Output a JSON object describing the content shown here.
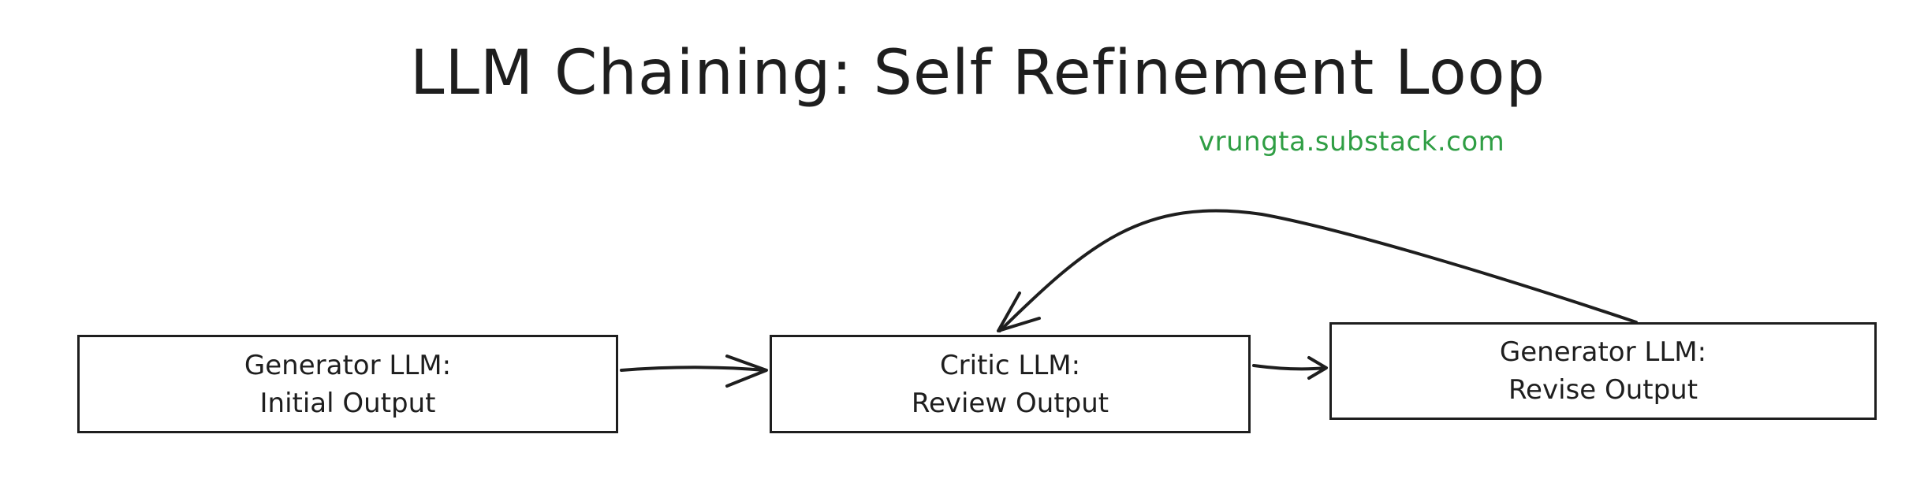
{
  "diagram": {
    "title": "LLM Chaining: Self Refinement Loop",
    "subtitle": "vrungta.substack.com",
    "colors": {
      "ink": "#1e1e1e",
      "subtitle": "#2f9e44",
      "background": "#ffffff"
    },
    "nodes": [
      {
        "id": "generator-initial",
        "line1": "Generator LLM:",
        "line2": "Initial Output"
      },
      {
        "id": "critic-review",
        "line1": "Critic LLM:",
        "line2": "Review Output"
      },
      {
        "id": "generator-revise",
        "line1": "Generator LLM:",
        "line2": "Revise Output"
      }
    ],
    "edges": [
      {
        "from": "generator-initial",
        "to": "critic-review"
      },
      {
        "from": "critic-review",
        "to": "generator-revise"
      },
      {
        "from": "generator-revise",
        "to": "critic-review",
        "style": "curved-feedback"
      }
    ]
  }
}
